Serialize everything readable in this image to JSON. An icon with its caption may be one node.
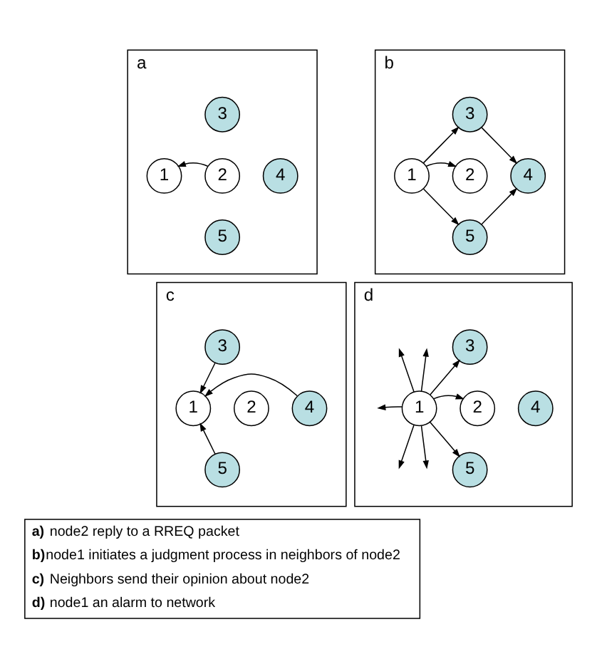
{
  "diagram": {
    "nodes": [
      {
        "text": [
          "a"
        ]
      },
      {
        "text": [
          "1"
        ],
        "in": 0
      },
      {
        "text": [
          "2"
        ],
        "in": 0
      },
      {
        "text": [
          "3"
        ],
        "in": 0
      },
      {
        "text": [
          "4"
        ],
        "in": 0
      },
      {
        "text": [
          "5"
        ],
        "in": 0
      },
      {
        "text": [
          "b"
        ]
      },
      {
        "text": [
          "1"
        ],
        "in": 6
      },
      {
        "text": [
          "2"
        ],
        "in": 6
      },
      {
        "text": [
          "3"
        ],
        "in": 6
      },
      {
        "text": [
          "4"
        ],
        "in": 6
      },
      {
        "text": [
          "5"
        ],
        "in": 6
      },
      {
        "text": [
          "c"
        ]
      },
      {
        "text": [
          "1"
        ],
        "in": 12
      },
      {
        "text": [
          "2"
        ],
        "in": 12
      },
      {
        "text": [
          "3"
        ],
        "in": 12
      },
      {
        "text": [
          "4"
        ],
        "in": 12
      },
      {
        "text": [
          "5"
        ],
        "in": 12
      },
      {
        "text": [
          "d"
        ]
      },
      {
        "text": [
          "1"
        ],
        "in": 18
      },
      {
        "text": [
          "2"
        ],
        "in": 18
      },
      {
        "text": [
          "3"
        ],
        "in": 18
      },
      {
        "text": [
          "4"
        ],
        "in": 18
      },
      {
        "text": [
          "5"
        ],
        "in": 18
      }
    ],
    "edges": [
      {
        "from": 2,
        "to": 1,
        "arrow": "to"
      },
      {
        "from": 7,
        "to": 9,
        "arrow": "to"
      },
      {
        "from": 7,
        "to": 8,
        "arrow": "to"
      },
      {
        "from": 7,
        "to": 11,
        "arrow": "to"
      },
      {
        "from": 9,
        "to": 10,
        "arrow": "to"
      },
      {
        "from": 11,
        "to": 10,
        "arrow": "to"
      },
      {
        "from": 15,
        "to": 13,
        "arrow": "to"
      },
      {
        "from": 16,
        "to": 13,
        "arrow": "to"
      },
      {
        "from": 17,
        "to": 13,
        "arrow": "to"
      },
      {
        "from": 19,
        "to": 21,
        "arrow": "to"
      },
      {
        "from": 19,
        "to": 20,
        "arrow": "to"
      },
      {
        "from": 19,
        "to": 23,
        "arrow": "to"
      },
      {
        "from": 19,
        "to": null,
        "arrow": "to"
      },
      {
        "from": 19,
        "to": null,
        "arrow": "to"
      },
      {
        "from": 19,
        "to": null,
        "arrow": "to"
      },
      {
        "from": 19,
        "to": null,
        "arrow": "to"
      },
      {
        "from": 19,
        "to": null,
        "arrow": "to"
      }
    ],
    "labels": [
      "**a)** node2 reply to a RREQ packet",
      "**b)**node1 initiates a judgment process in neighbors of node2",
      "**c)** Neighbors send their opinion about node2",
      "**d)** node1 an alarm to network"
    ]
  }
}
